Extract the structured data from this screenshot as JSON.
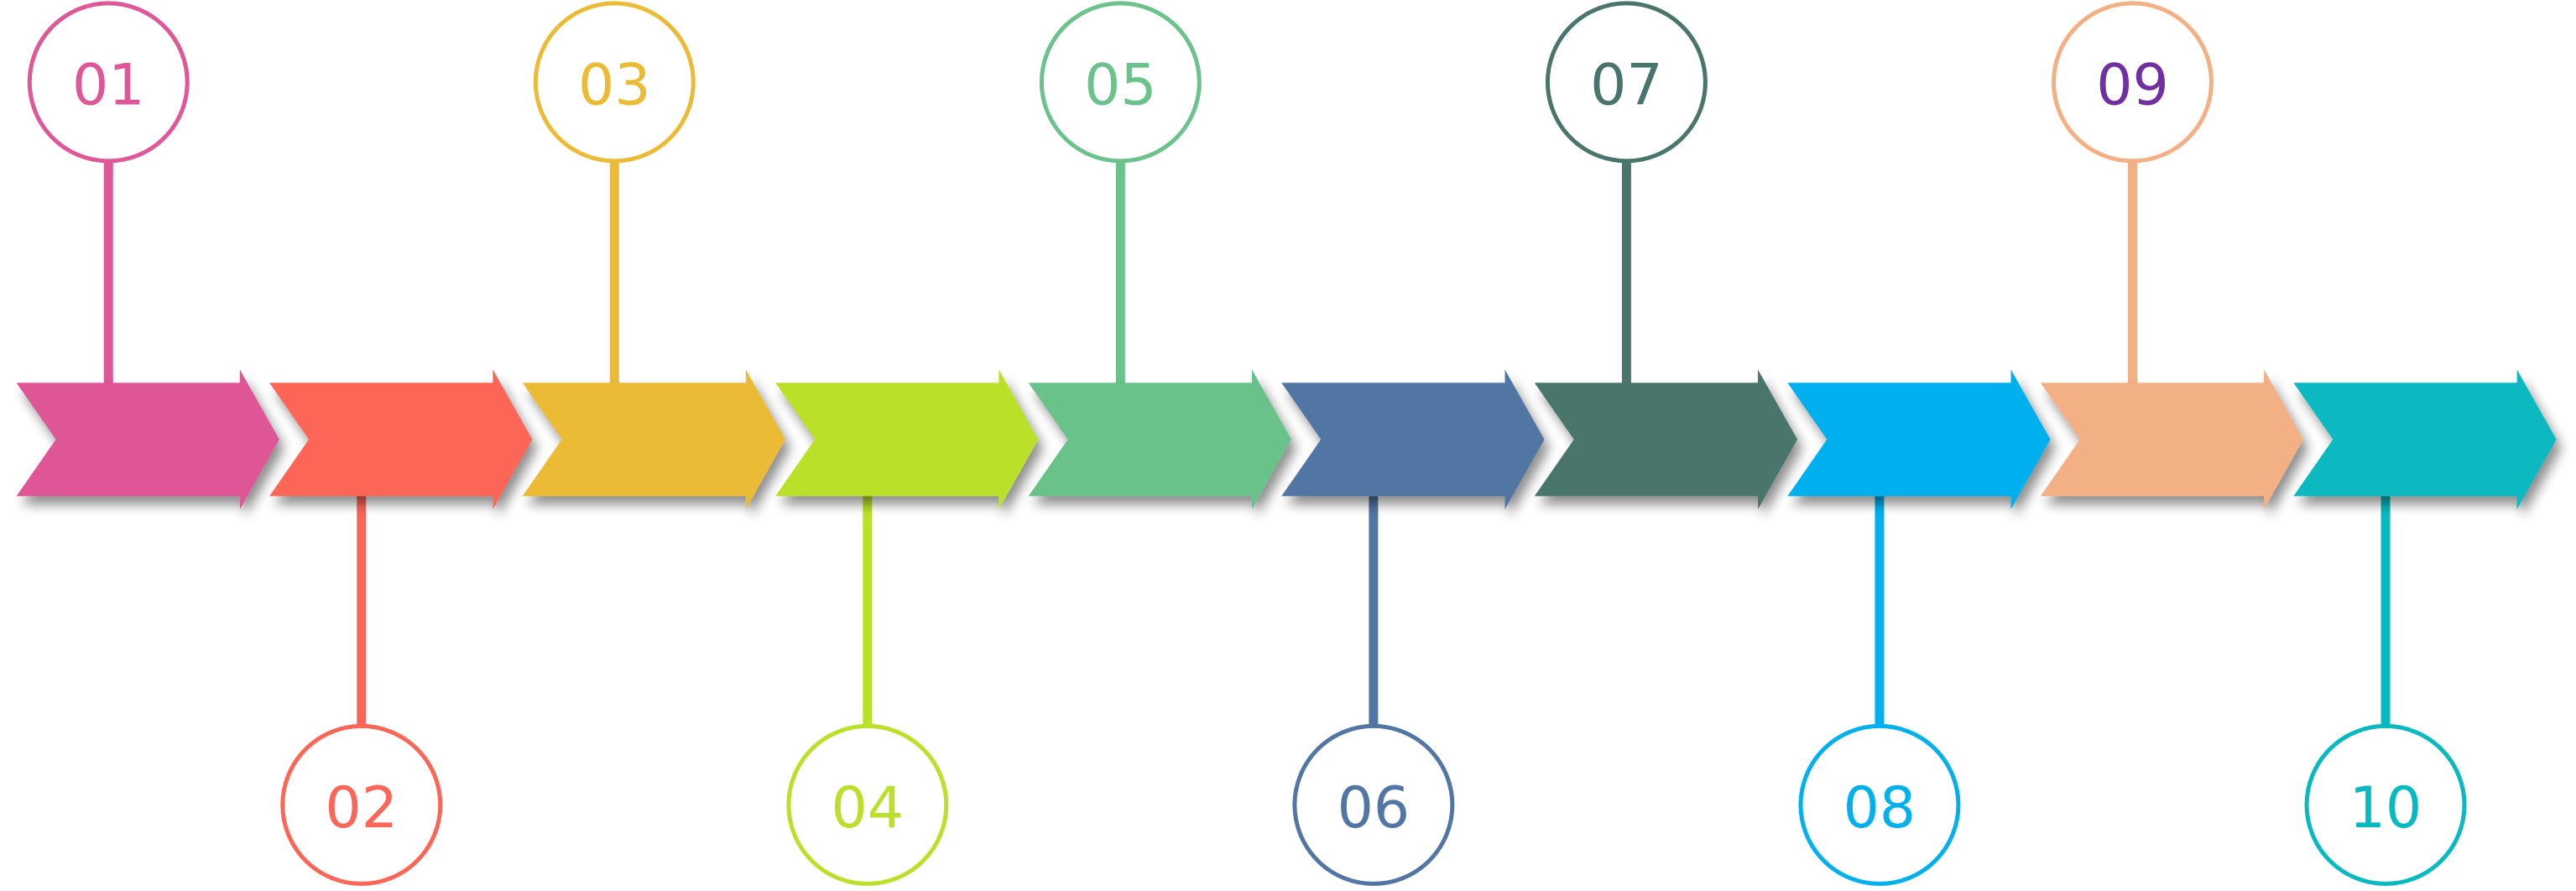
{
  "steps": [
    {
      "label": "01",
      "color": "#df5797",
      "text_color": "#df5797",
      "position": "top"
    },
    {
      "label": "02",
      "color": "#fc6656",
      "text_color": "#fc6656",
      "position": "bottom"
    },
    {
      "label": "03",
      "color": "#ecbb35",
      "text_color": "#ecbb35",
      "position": "top"
    },
    {
      "label": "04",
      "color": "#bbe02a",
      "text_color": "#bbe02a",
      "position": "bottom"
    },
    {
      "label": "05",
      "color": "#6bc28b",
      "text_color": "#6bc28b",
      "position": "top"
    },
    {
      "label": "06",
      "color": "#5176a3",
      "text_color": "#5176a3",
      "position": "bottom"
    },
    {
      "label": "07",
      "color": "#4a756d",
      "text_color": "#4a756d",
      "position": "top"
    },
    {
      "label": "08",
      "color": "#03b0ee",
      "text_color": "#03b0ee",
      "position": "bottom"
    },
    {
      "label": "09",
      "color": "#f3b084",
      "text_color": "#7030a0",
      "position": "top"
    },
    {
      "label": "10",
      "color": "#08b9c0",
      "text_color": "#08b9c0",
      "position": "bottom"
    }
  ]
}
